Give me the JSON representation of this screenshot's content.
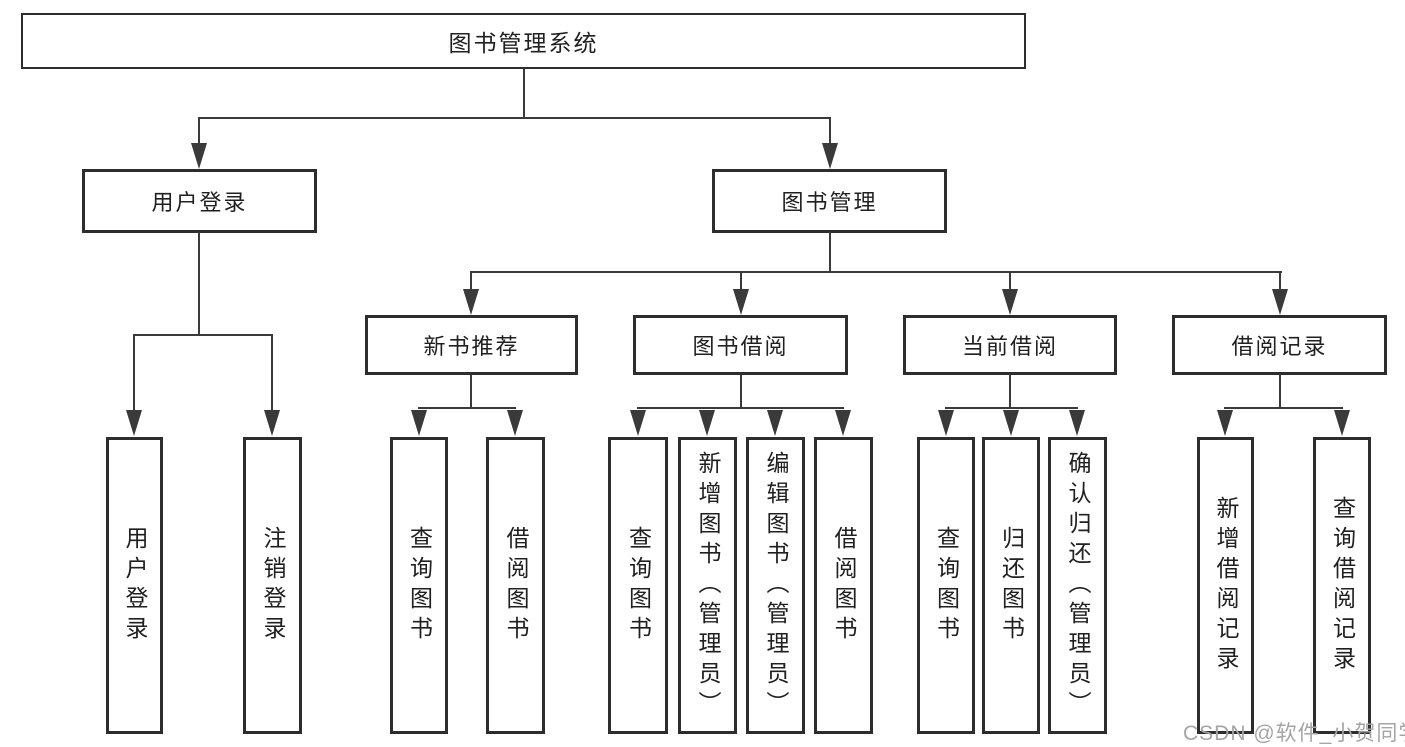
{
  "tree": {
    "root": {
      "label": "图书管理系统"
    },
    "branches": [
      {
        "label": "用户登录",
        "children": [
          {
            "label": "用户登录"
          },
          {
            "label": "注销登录"
          }
        ]
      },
      {
        "label": "图书管理",
        "children": [
          {
            "label": "新书推荐",
            "children": [
              {
                "label": "查询图书"
              },
              {
                "label": "借阅图书"
              }
            ]
          },
          {
            "label": "图书借阅",
            "children": [
              {
                "label": "查询图书"
              },
              {
                "label": "新增图书（管理员）"
              },
              {
                "label": "编辑图书（管理员）"
              },
              {
                "label": "借阅图书"
              }
            ]
          },
          {
            "label": "当前借阅",
            "children": [
              {
                "label": "查询图书"
              },
              {
                "label": "归还图书"
              },
              {
                "label": "确认归还（管理员）"
              }
            ]
          },
          {
            "label": "借阅记录",
            "children": [
              {
                "label": "新增借阅记录"
              },
              {
                "label": "查询借阅记录"
              }
            ]
          }
        ]
      }
    ]
  },
  "watermark": {
    "text": "CSDN @软件_小贺同学"
  },
  "colors": {
    "line": "#3a3a3a",
    "box_border": "#2d2d2d",
    "text": "#202020",
    "watermark": "#a5a5a5",
    "background": "#ffffff"
  }
}
